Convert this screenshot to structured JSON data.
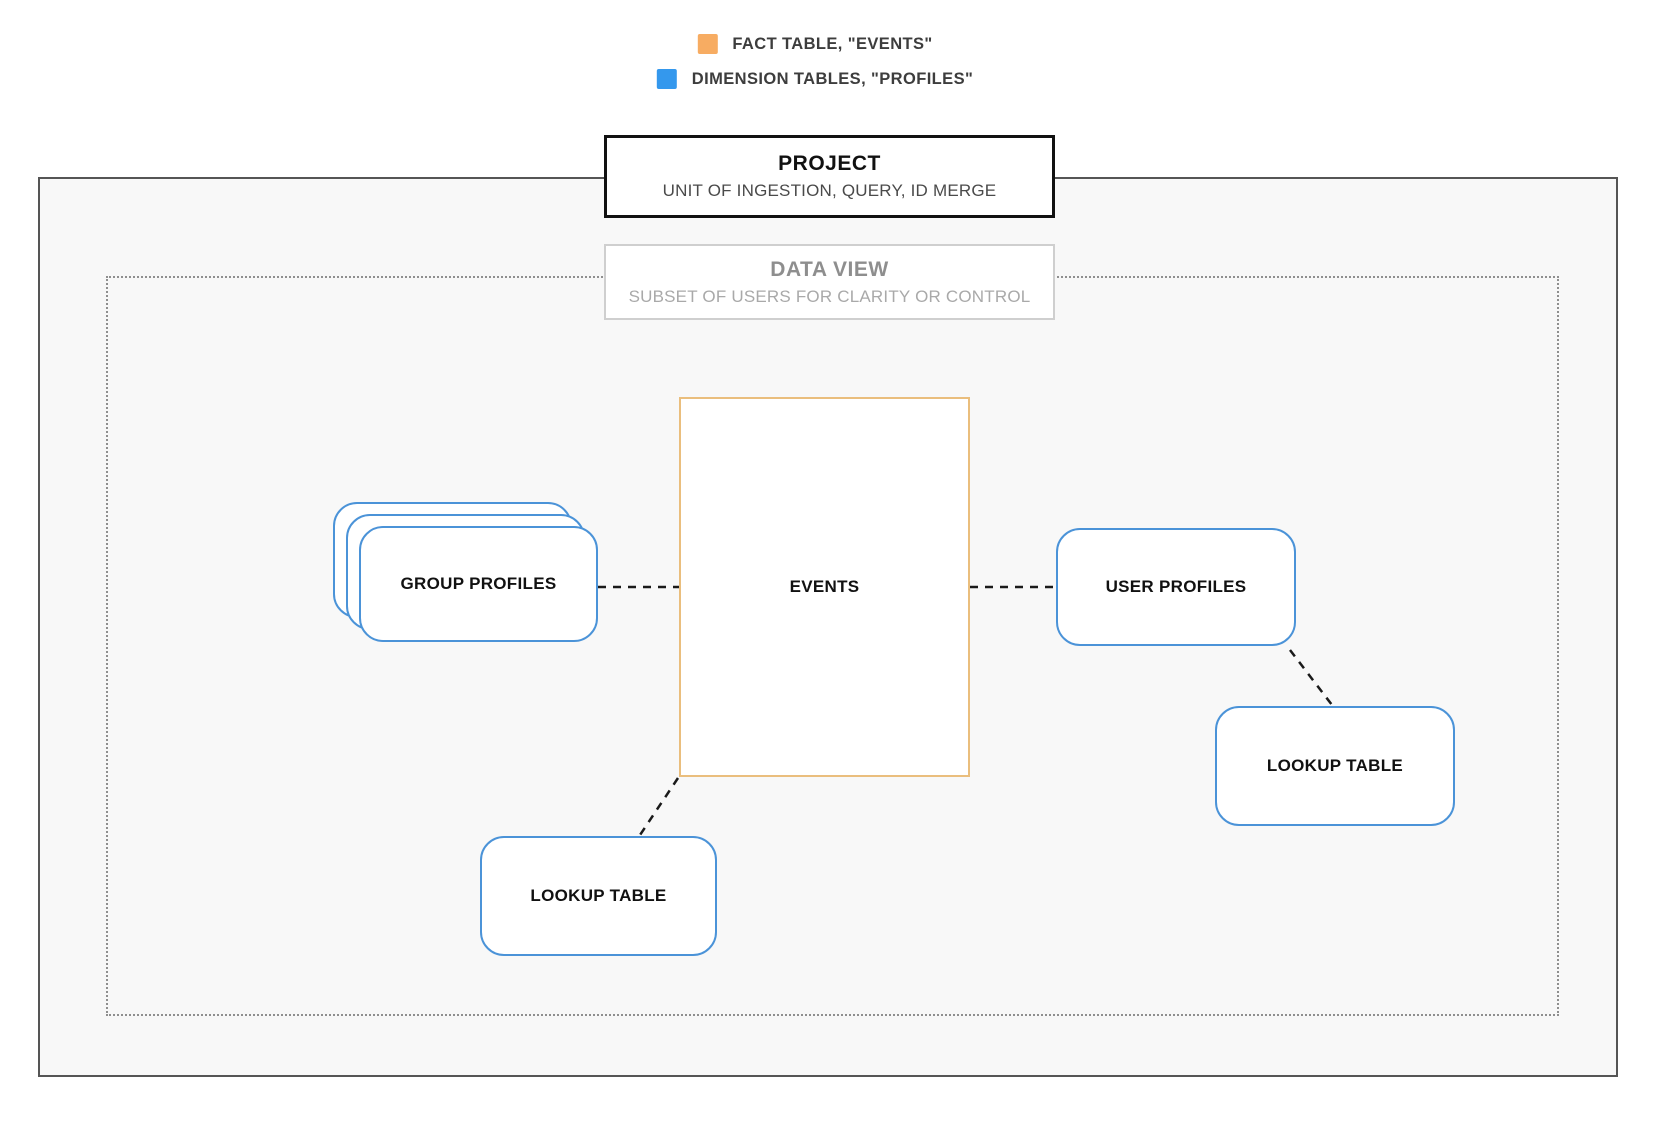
{
  "legend": {
    "items": [
      {
        "icon": "fact-table-color-swatch",
        "color": "#f7ac62",
        "label": "FACT TABLE, \"EVENTS\""
      },
      {
        "icon": "dimension-table-color-swatch",
        "color": "#3498ed",
        "label": "DIMENSION TABLES, \"PROFILES\""
      }
    ]
  },
  "project": {
    "title": "PROJECT",
    "subtitle": "UNIT OF INGESTION, QUERY, ID MERGE"
  },
  "data_view": {
    "title": "DATA VIEW",
    "subtitle": "SUBSET OF USERS FOR CLARITY OR CONTROL"
  },
  "diagram": {
    "fact_table": {
      "label": "EVENTS",
      "border_color": "#eabe7d"
    },
    "group_profiles": {
      "label": "GROUP PROFILES"
    },
    "user_profiles": {
      "label": "USER PROFILES"
    },
    "lookup_table_right": {
      "label": "LOOKUP TABLE"
    },
    "lookup_table_bottom": {
      "label": "LOOKUP TABLE"
    },
    "dimension_border_color": "#4b93d8",
    "connector_color": "#1a1a1a"
  }
}
